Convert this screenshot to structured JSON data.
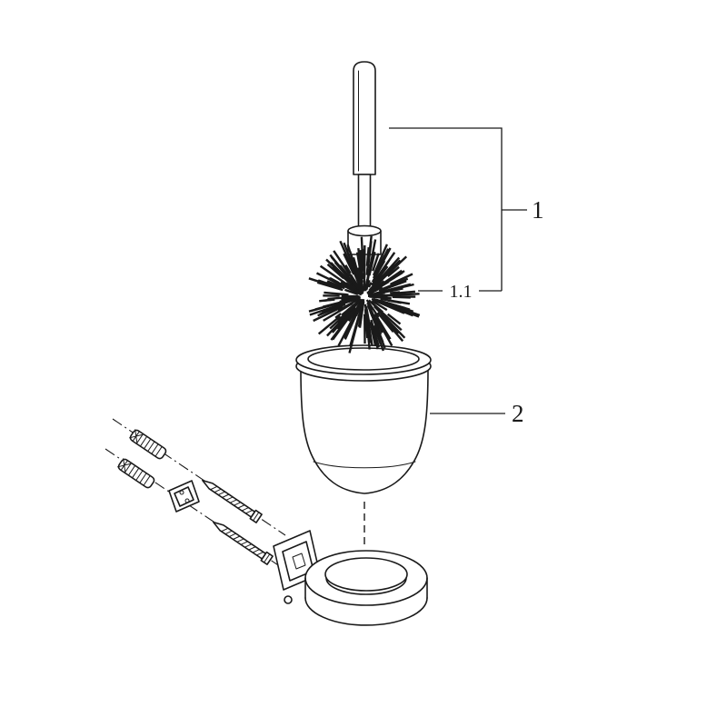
{
  "diagram": {
    "background": "#ffffff",
    "line_color": "#1a1a1a",
    "callouts": {
      "brush_assembly": {
        "label": "1"
      },
      "brush_head": {
        "label": "1.1"
      },
      "glass_container": {
        "label": "2"
      }
    }
  }
}
